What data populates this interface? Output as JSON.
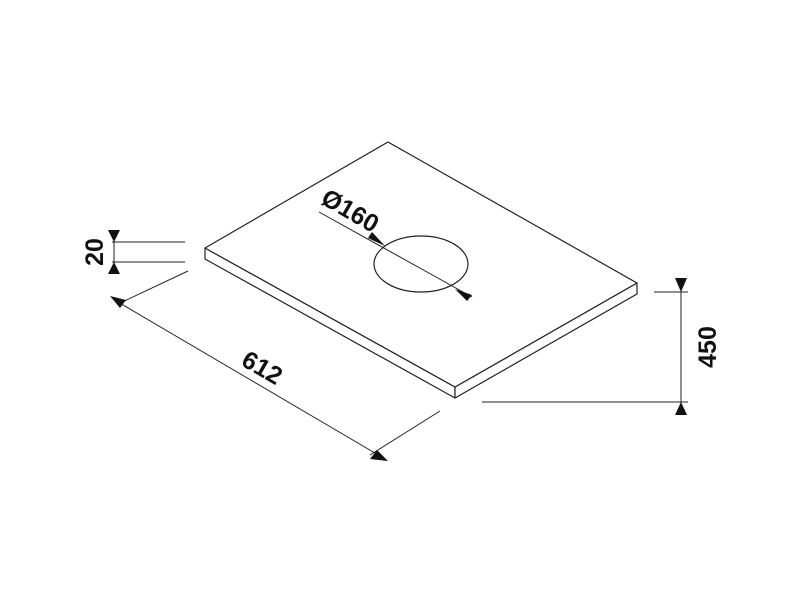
{
  "drawing": {
    "dimensions": {
      "thickness": "20",
      "width": "612",
      "depth": "450",
      "hole_diameter": "Ø160"
    },
    "colors": {
      "line": "#222222",
      "background": "#ffffff"
    }
  }
}
